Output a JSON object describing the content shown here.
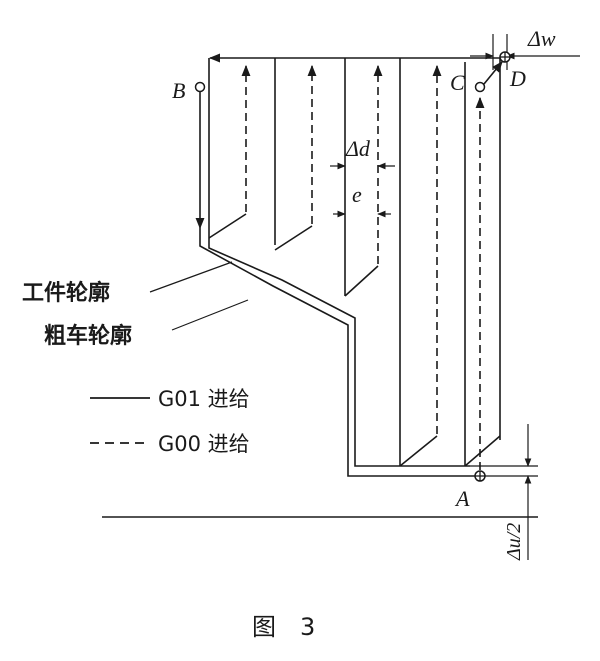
{
  "points": {
    "a": "A",
    "b": "B",
    "c": "C",
    "d": "D"
  },
  "dims": {
    "delta_w": "Δw",
    "delta_d": "Δd",
    "e": "e",
    "delta_u_half": "Δu/2"
  },
  "callouts": {
    "workpiece_contour": "工件轮廓",
    "rough_contour": "粗车轮廓"
  },
  "legend": {
    "g01": "G01 进给",
    "g00": "G00 进给"
  },
  "caption": "图　3",
  "colors": {
    "ink": "#1a1a1a",
    "background": "#ffffff"
  }
}
